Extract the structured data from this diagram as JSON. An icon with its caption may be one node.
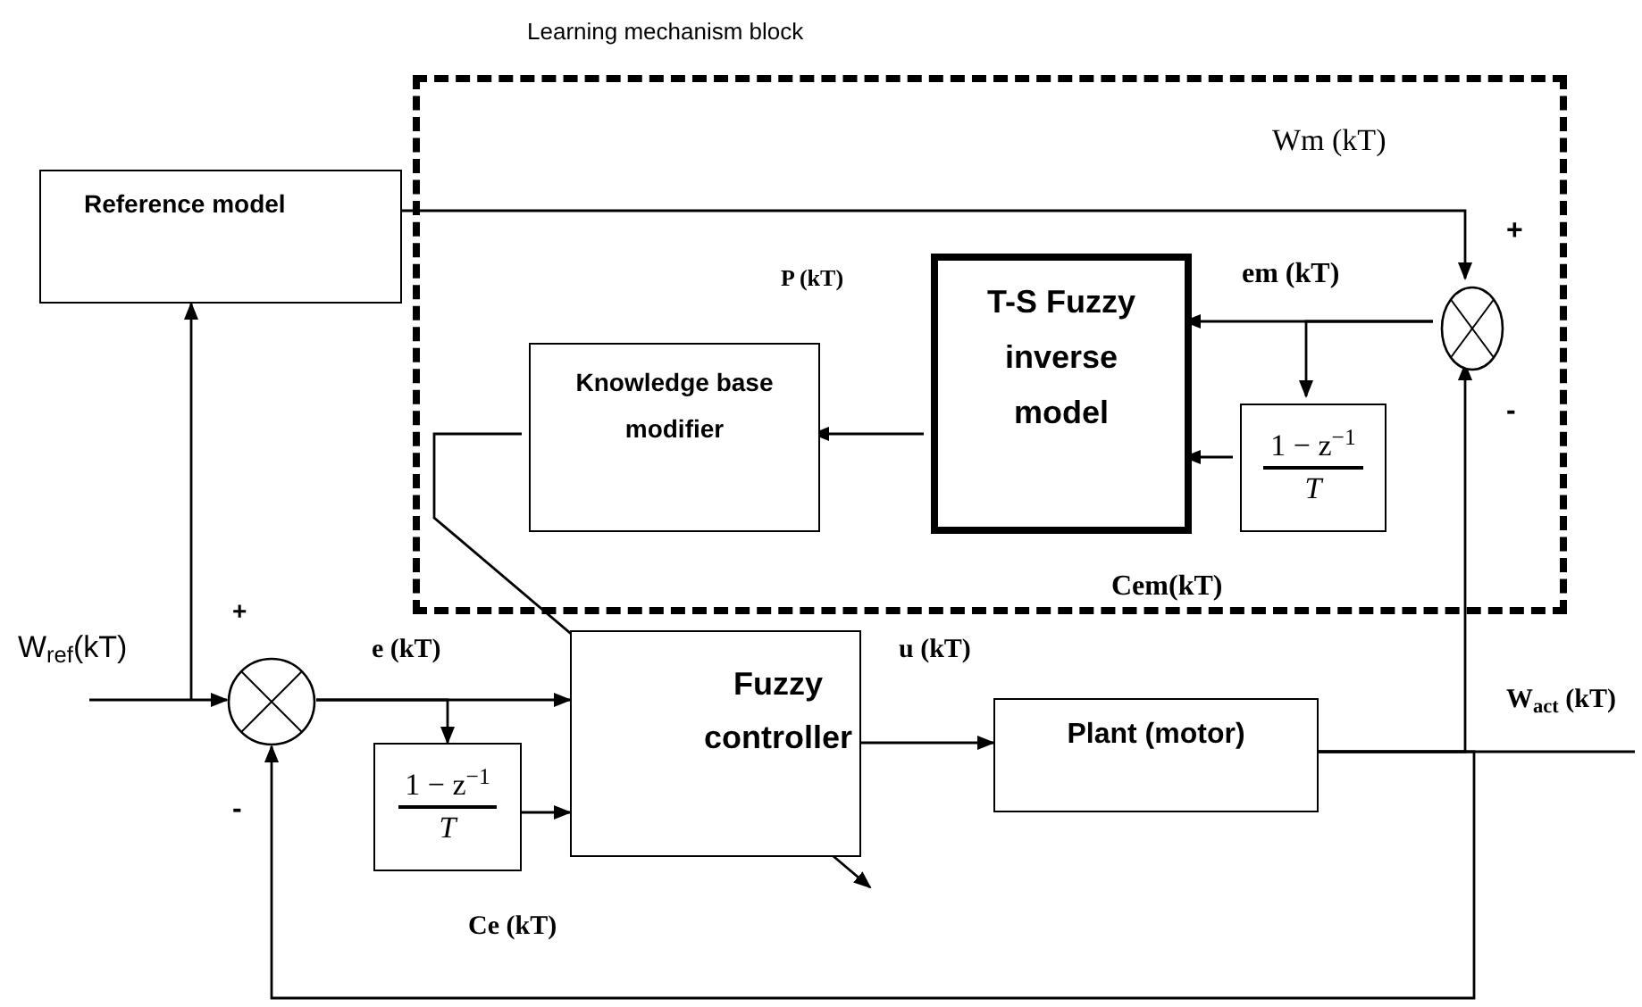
{
  "diagram": {
    "nodes": [
      {
        "text": [
          "Learning mechanism block"
        ]
      },
      {
        "text": [
          "Reference model"
        ]
      },
      {
        "text": [
          "Knowledge base modifier"
        ],
        "in": 0
      },
      {
        "text": [
          "T-S Fuzzy inverse model"
        ],
        "in": 0
      },
      {
        "text": [
          "1 − z$^{−1}$",
          "T"
        ],
        "in": 0
      },
      {
        "text": [],
        "shape": "circle",
        "in": 0
      },
      {
        "text": [],
        "shape": "circle"
      },
      {
        "text": [
          "1 − z$^{−1}$",
          "T"
        ]
      },
      {
        "text": [
          "Fuzzy controller"
        ]
      },
      {
        "text": [
          "Plant (motor)"
        ]
      }
    ],
    "edges": [
      {
        "from": 1,
        "to": 5,
        "arrow": "to"
      },
      {
        "from": 5,
        "to": 3,
        "arrow": "to"
      },
      {
        "from": 5,
        "to": 4,
        "arrow": "to"
      },
      {
        "from": 4,
        "to": 3,
        "arrow": "to"
      },
      {
        "from": 3,
        "to": 2,
        "arrow": "to"
      },
      {
        "from": 2,
        "to": 8,
        "arrow": "to"
      },
      {
        "from": 9,
        "to": 5,
        "arrow": "to"
      },
      {
        "from": null,
        "to": 6,
        "arrow": "to"
      },
      {
        "from": null,
        "to": 1,
        "arrow": "to"
      },
      {
        "from": 6,
        "to": 8,
        "arrow": "to"
      },
      {
        "from": 6,
        "to": 7,
        "arrow": "to"
      },
      {
        "from": 7,
        "to": 8,
        "arrow": "to"
      },
      {
        "from": 8,
        "to": 9,
        "arrow": "to"
      },
      {
        "from": 9,
        "to": null,
        "arrow": "none"
      },
      {
        "from": 9,
        "to": 6,
        "arrow": "to"
      }
    ],
    "labels": [
      "Wm (kT)",
      "+",
      "P (kT)",
      "em (kT)",
      "-",
      "Cem(kT)",
      "+",
      "W$_{ref}$(kT)",
      "e (kT)",
      "u (kT)",
      "W$_{act}$ (kT)",
      "-",
      "Ce (kT)"
    ]
  }
}
